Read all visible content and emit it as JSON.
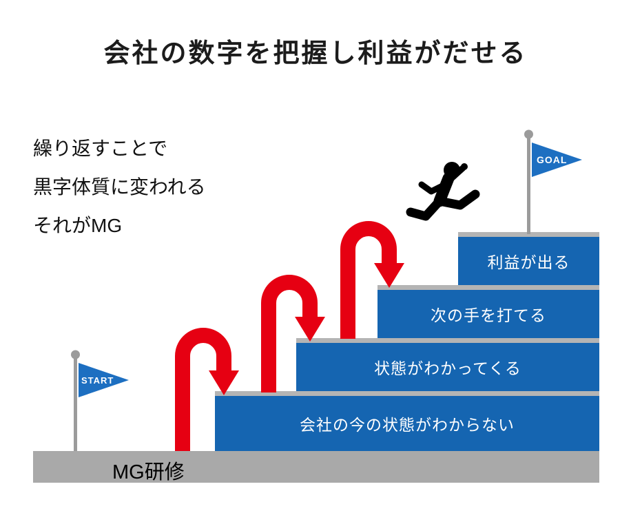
{
  "title": "会社の数字を把握し利益がだせる",
  "intro": {
    "lines": [
      "繰り返すことで",
      "黒字体質に変われる",
      "それがMG"
    ]
  },
  "flags": {
    "start": "START",
    "goal": "GOAL"
  },
  "steps": [
    {
      "label": "会社の今の状態がわからない"
    },
    {
      "label": "状態がわかってくる"
    },
    {
      "label": "次の手を打てる"
    },
    {
      "label": "利益が出る"
    }
  ],
  "ground_label": "MG研修",
  "icons": {
    "loop_arrow": "red looping arrow landing on next step",
    "jumping_man": "black silhouette of a person jumping up the stairs",
    "start_flag": "blue pennant flag on gray pole",
    "goal_flag": "blue pennant flag on gray pole"
  },
  "colors": {
    "step_blue": "#1565b1",
    "flag_blue": "#1d6fc1",
    "arrow_red": "#e60012",
    "ground_gray": "#a9a9a9",
    "cap_gray": "#b4b4b4",
    "pole_gray": "#9b9b9b",
    "title_color": "#1c1c1c",
    "text_color": "#111111"
  }
}
